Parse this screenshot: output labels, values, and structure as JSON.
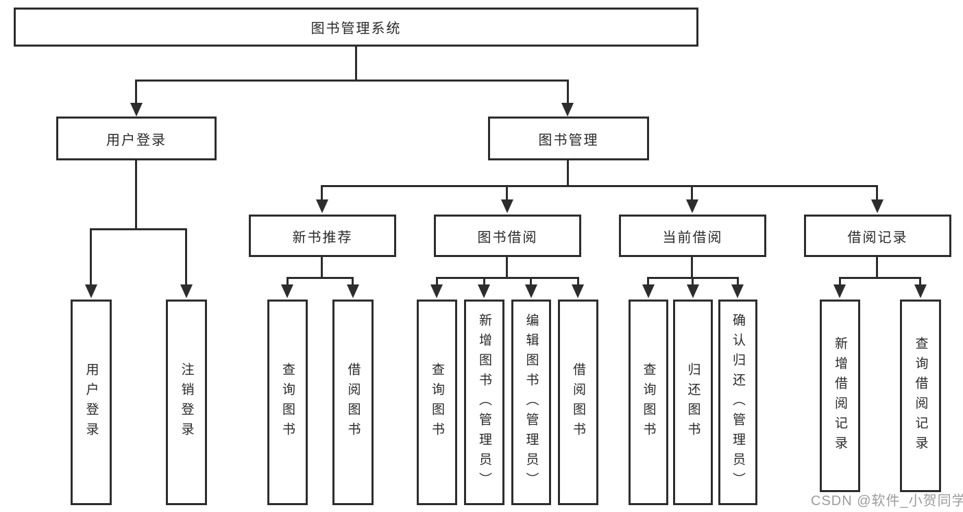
{
  "diagram": {
    "root": "图书管理系统",
    "level1": {
      "user_login": "用户登录",
      "book_management": "图书管理"
    },
    "level2": {
      "new_book_recommend": "新书推荐",
      "book_borrowing": "图书借阅",
      "current_borrowing": "当前借阅",
      "borrowing_records": "借阅记录"
    },
    "leaves": {
      "user_login": [
        "用户登录",
        "注销登录"
      ],
      "new_book_recommend": [
        "查询图书",
        "借阅图书"
      ],
      "book_borrowing": [
        "查询图书",
        "新增图书（管理员）",
        "编辑图书（管理员）",
        "借阅图书"
      ],
      "current_borrowing": [
        "查询图书",
        "归还图书",
        "确认归还（管理员）"
      ],
      "borrowing_records": [
        "新增借阅记录",
        "查询借阅记录"
      ]
    }
  },
  "watermark": "CSDN @软件_小贺同学",
  "colors": {
    "line": "#2d2d2d",
    "text": "#2a2a2a",
    "watermark": "#9c9c9c",
    "background": "#ffffff"
  }
}
